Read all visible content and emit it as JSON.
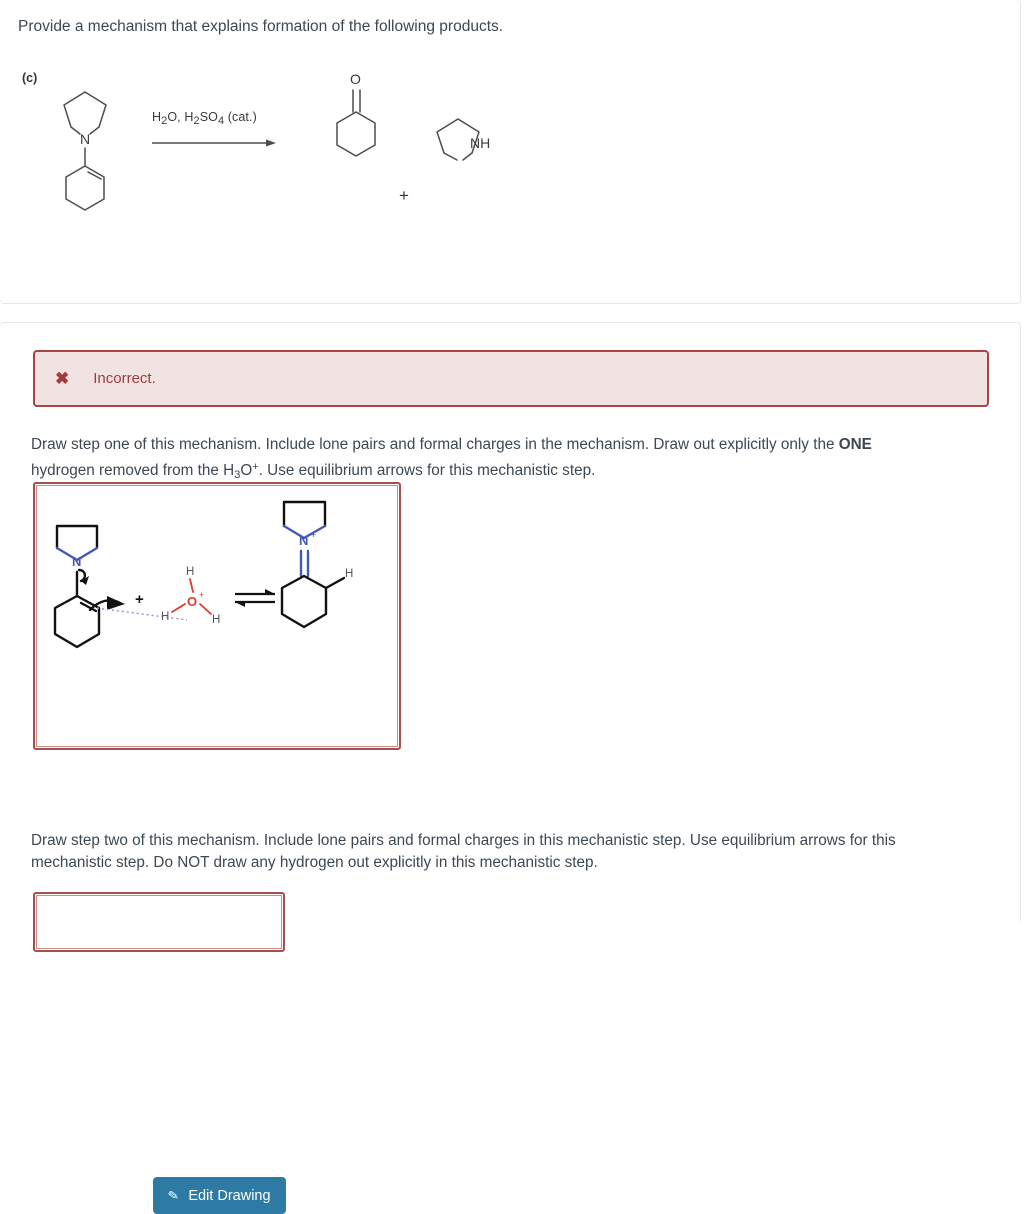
{
  "prompt": {
    "question": "Provide a mechanism that explains formation of the following products.",
    "part_label": "(c)",
    "reagents": "H2O, H2SO4 (cat.)",
    "reagents_parts": {
      "h2o": "H",
      "h2o_sub": "2",
      "h2o_rest": "O,",
      "h2so4": "H",
      "h2so4_sub1": "2",
      "h2so4_mid": "SO",
      "h2so4_sub2": "4",
      "cat": "(cat.)"
    },
    "reactant_name": "1-(cyclohex-1-en-1-yl)pyrrolidine",
    "product_one_name": "cyclohexanone",
    "product_two_name": "pyrrolidine",
    "plus_sign": "+",
    "atom_labels": {
      "nitrogen": "N",
      "oxygen": "O",
      "amine": "NH"
    }
  },
  "alert": {
    "icon": "x-mark-icon",
    "symbol": "✖",
    "message": "Incorrect.",
    "color": "#a33b3b",
    "background": "#f2e3e3",
    "border": "#a94442"
  },
  "step_one": {
    "instruction_lead": "Draw step one of this mechanism. Include lone pairs and formal charges in the mechanism. Draw out explicitly only the ",
    "instruction_bold": "ONE",
    "instruction_line2_a": "hydrogen removed from the H",
    "instruction_line2_sub": "3",
    "instruction_line2_b": "O",
    "instruction_line2_sup": "+",
    "instruction_line2_c": ". Use equilibrium arrows for this mechanistic step.",
    "drawing": {
      "left_species": "enamine (1-(cyclohex-1-en-1-yl)pyrrolidine)",
      "plus": "+",
      "reagent_species": "hydronium ion",
      "arrow_type": "equilibrium-arrows",
      "right_species": "iminium ion (N-cyclohexylidenepyrrolidinium)",
      "atom_labels": {
        "nitrogen": "N",
        "nitrogen_charge": "+",
        "oxygen": "O",
        "oxygen_charge": "+",
        "hydrogen": "H"
      },
      "colors": {
        "nitrogen": "#4458b8",
        "oxygen": "#e03a28",
        "bond": "#111111",
        "hydrogen": "#555555"
      }
    },
    "edit_button": {
      "label": "Edit Drawing",
      "icon": "pencil-icon",
      "glyph": "✎",
      "background": "#2d7aa5"
    }
  },
  "step_two": {
    "instruction_line1": "Draw step two of this mechanism. Include lone pairs and formal charges in this mechanistic step. Use equilibrium arrows for this",
    "instruction_line2": "mechanistic step. Do NOT draw any hydrogen out explicitly in this mechanistic step."
  }
}
